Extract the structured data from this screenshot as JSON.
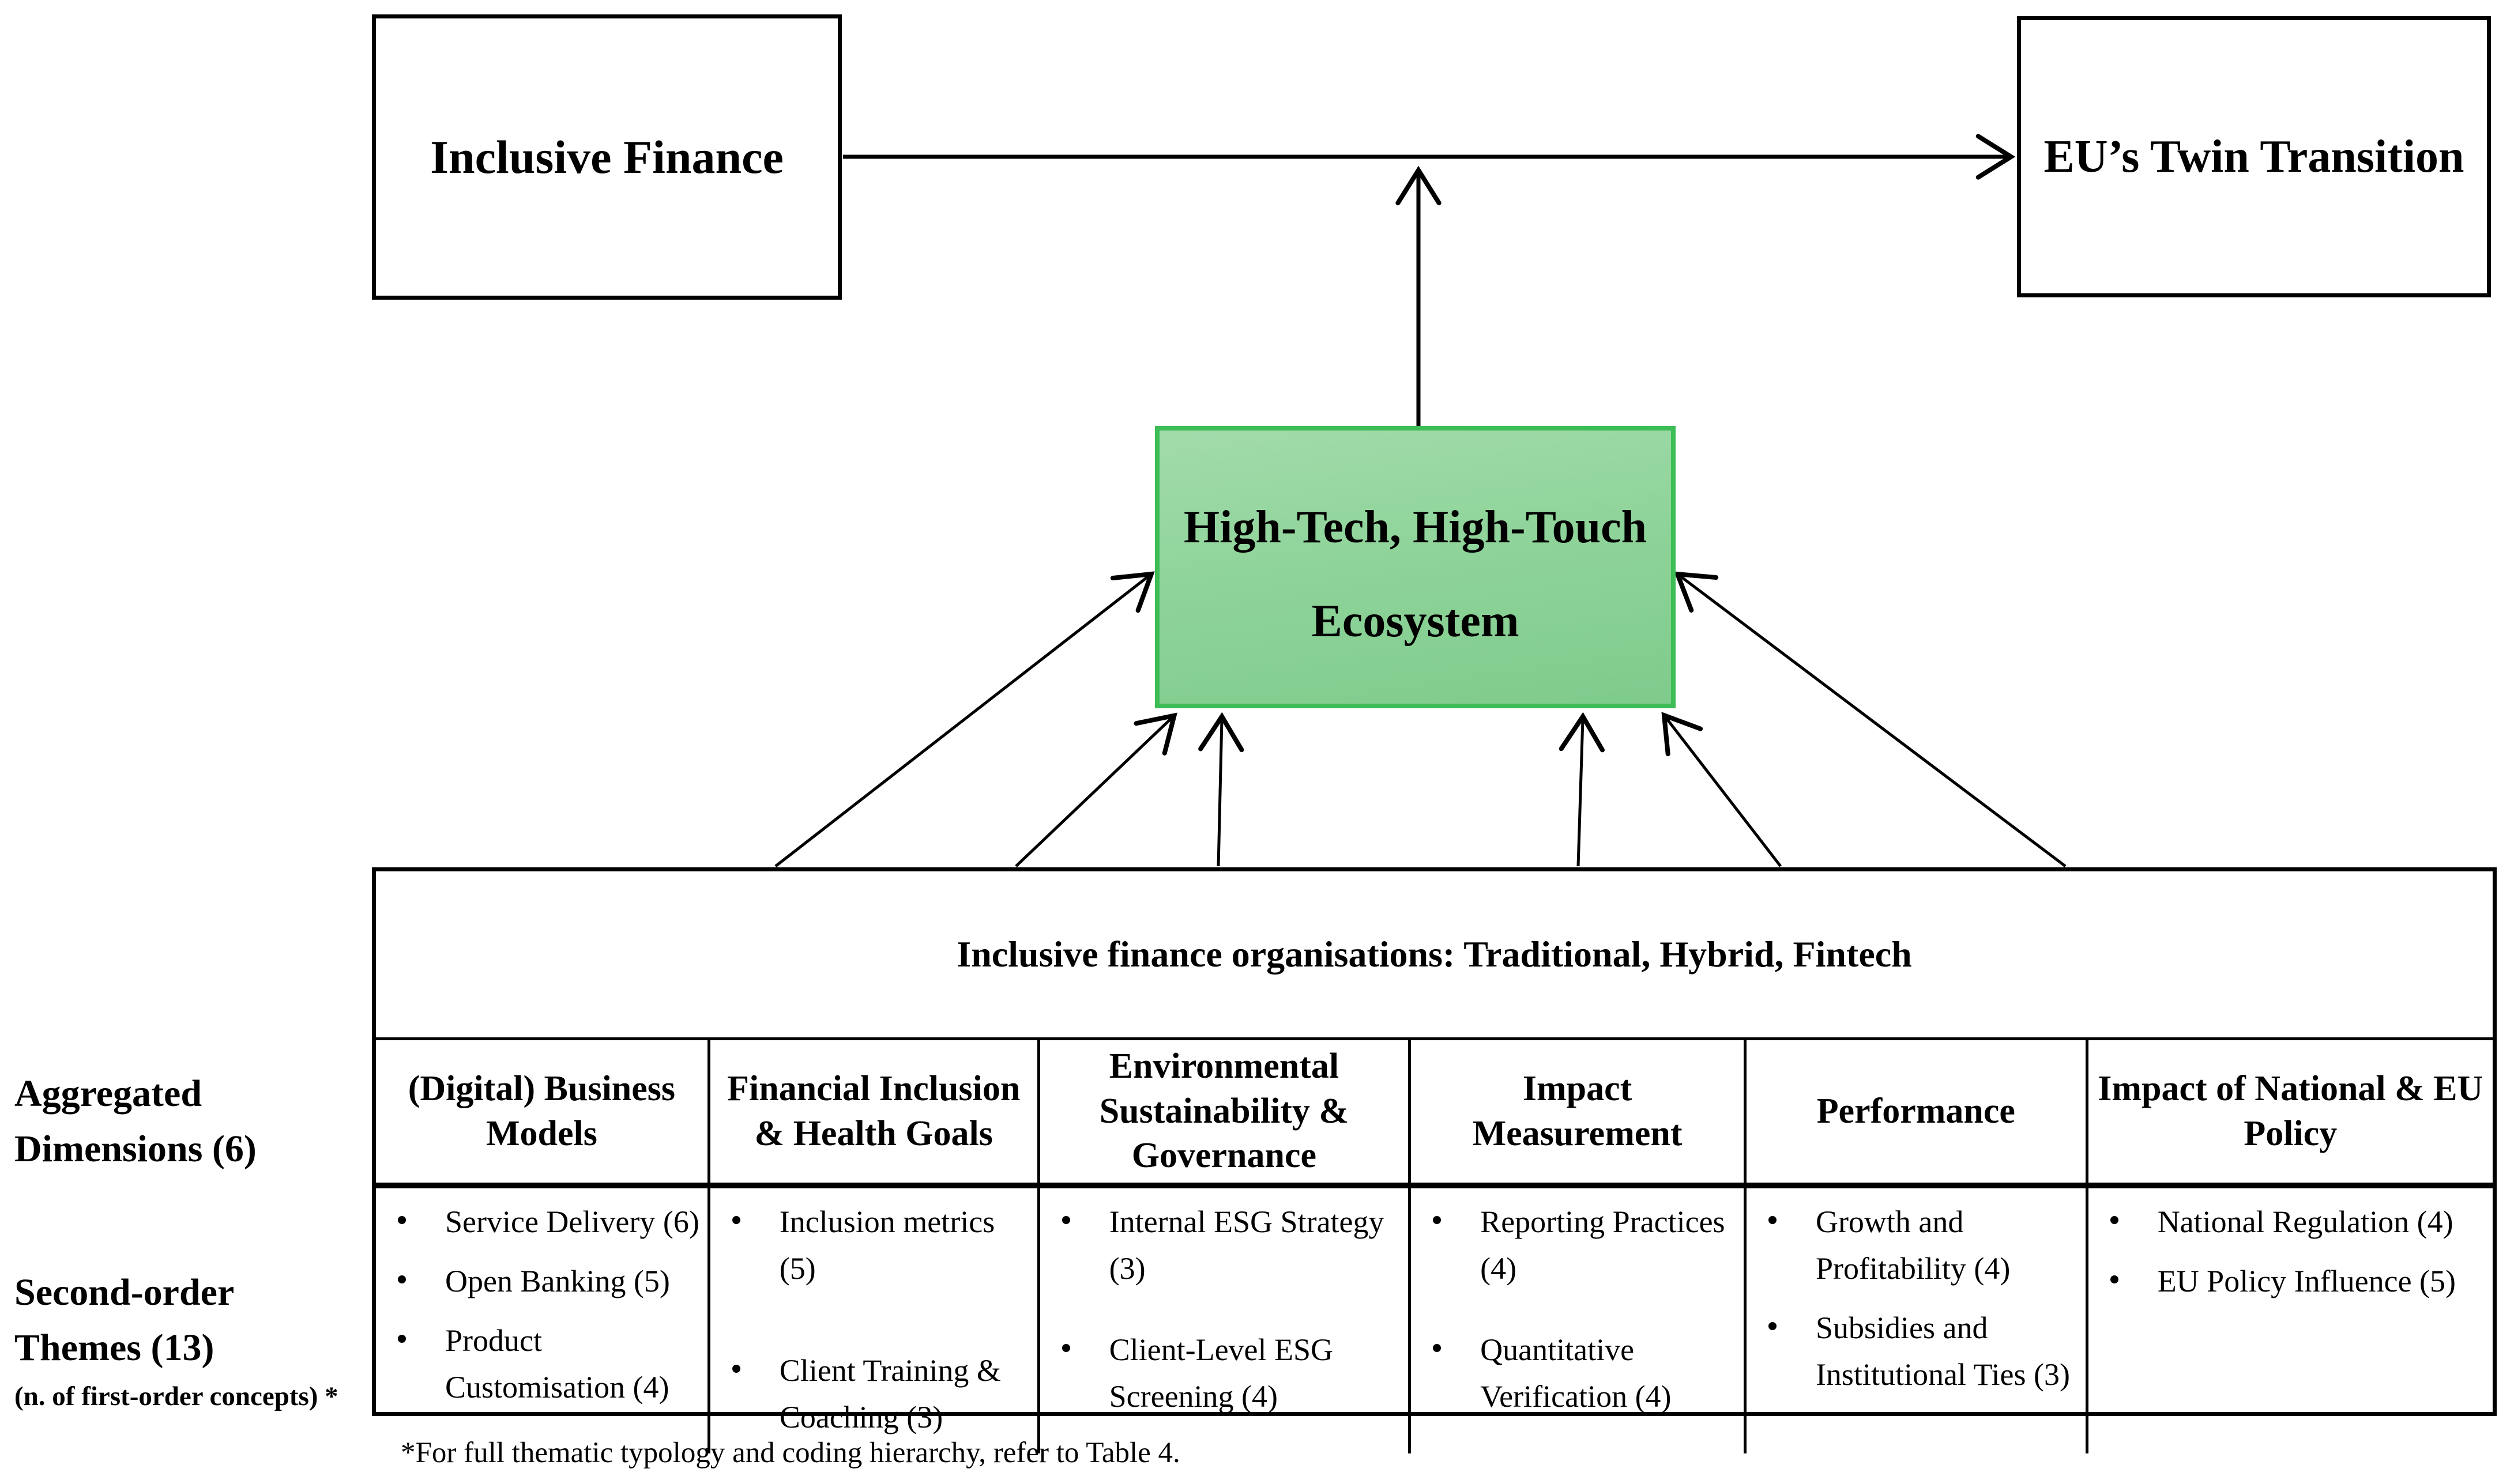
{
  "boxes": {
    "inclusive_finance": "Inclusive Finance",
    "eu_twin_transition": "EU’s Twin Transition",
    "ecosystem_line1": "High-Tech, High-Touch",
    "ecosystem_line2": "Ecosystem"
  },
  "table": {
    "header": "Inclusive finance organisations: Traditional, Hybrid, Fintech",
    "columns": [
      {
        "header": "(Digital) Business Models",
        "items": [
          "Service Delivery (6)",
          "Open Banking (5)",
          "Product Customisation (4)"
        ]
      },
      {
        "header": "Financial Inclusion & Health Goals",
        "items": [
          "Inclusion metrics (5)",
          "Client Training & Coaching (3)"
        ]
      },
      {
        "header": "Environmental Sustainability & Governance",
        "items": [
          "Internal ESG Strategy (3)",
          "Client-Level ESG Screening (4)"
        ]
      },
      {
        "header": "Impact Measurement",
        "items": [
          "Reporting Practices (4)",
          "Quantitative Verification (4)"
        ]
      },
      {
        "header": "Performance",
        "items": [
          "Growth and Profitability (4)",
          "Subsidies and Institutional Ties (3)"
        ]
      },
      {
        "header": "Impact of National & EU Policy",
        "items": [
          "National Regulation (4)",
          "EU Policy Influence (5)"
        ]
      }
    ]
  },
  "side_labels": {
    "dimensions_line1": "Aggregated",
    "dimensions_line2": "Dimensions (6)",
    "themes_line1": "Second-order",
    "themes_line2": "Themes (13)",
    "themes_note": "(n. of first-order concepts) *"
  },
  "footnote": "*For full thematic typology and coding hierarchy, refer to Table 4.",
  "colors": {
    "ecosystem_fill_top": "#a2dbab",
    "ecosystem_fill_bottom": "#7fcb8c",
    "ecosystem_border": "#3cbd55",
    "line_color": "#000000"
  }
}
